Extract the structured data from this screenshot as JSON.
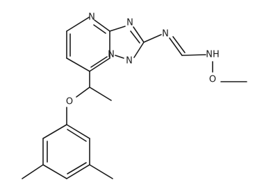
{
  "molecule": {
    "atoms": [
      {
        "id": "n_top",
        "label": "N"
      },
      {
        "id": "n_ring_right",
        "label": "N"
      },
      {
        "id": "n_bridge",
        "label": "N"
      },
      {
        "id": "n_lower",
        "label": "N"
      },
      {
        "id": "n_imine",
        "label": "N"
      },
      {
        "id": "nh_amine",
        "label": "NH"
      },
      {
        "id": "o_methoxy",
        "label": "O"
      },
      {
        "id": "o_ether",
        "label": "O"
      }
    ]
  }
}
